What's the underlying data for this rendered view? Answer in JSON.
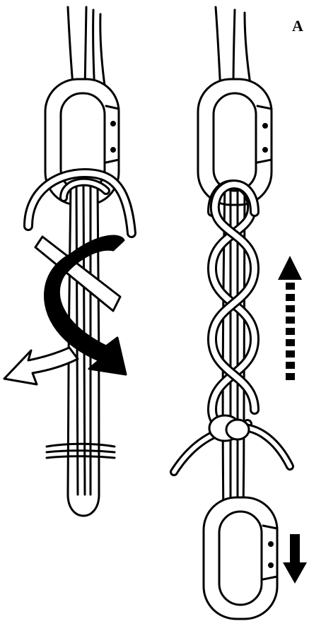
{
  "figure": {
    "panel_label": "A",
    "colors": {
      "ink": "#000000",
      "paper": "#ffffff"
    },
    "left_illustration": {
      "name": "rope-wrapped-around-carabiner-with-direction-arrows",
      "arrows": [
        "black-wrap-arrow",
        "white-wrap-arrow"
      ]
    },
    "right_illustration": {
      "name": "rope-chain-between-two-carabiners",
      "arrows": [
        "dashed-up-arrow",
        "solid-down-arrow"
      ]
    }
  }
}
